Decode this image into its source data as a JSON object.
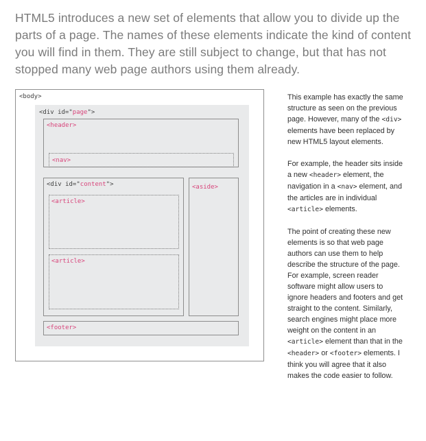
{
  "intro": "HTML5 introduces a new set of elements that allow you to divide up the parts of a page. The names of these elements indicate the kind of content you will find in them. They are still subject to change, but that has not stopped many web page authors using them already.",
  "diagram": {
    "body_label": "<body>",
    "page_label": {
      "pre": "<div id=\"",
      "id": "page",
      "post": "\">"
    },
    "header_label": "<header>",
    "nav_label": "<nav>",
    "content_label": {
      "pre": "<div id=\"",
      "id": "content",
      "post": "\">"
    },
    "article1_label": "<article>",
    "article2_label": "<article>",
    "aside_label": "<aside>",
    "footer_label": "<footer>"
  },
  "sidebar": {
    "p1": [
      {
        "t": "This example has exactly the same structure as seen on the previous page. However, many of the "
      },
      {
        "c": "<div>"
      },
      {
        "t": " elements have been replaced by new HTML5 layout elements."
      }
    ],
    "p2": [
      {
        "t": "For example, the header sits inside a new "
      },
      {
        "c": "<header>"
      },
      {
        "t": " element, the navigation in a "
      },
      {
        "c": "<nav>"
      },
      {
        "t": " element, and the articles are in individual "
      },
      {
        "c": "<article>"
      },
      {
        "t": " elements."
      }
    ],
    "p3": [
      {
        "t": "The point of creating these new elements is so that web page authors can use them to help describe the structure of the page. For example, screen reader software might allow users to ignore headers and footers and get straight to the content. Similarly, search engines might place more weight on the content in an "
      },
      {
        "c": "<article>"
      },
      {
        "t": " element than that in the "
      },
      {
        "c": "<header>"
      },
      {
        "t": " or "
      },
      {
        "c": "<footer>"
      },
      {
        "t": " elements. I think you will agree that it also makes the code easier to follow."
      }
    ]
  }
}
